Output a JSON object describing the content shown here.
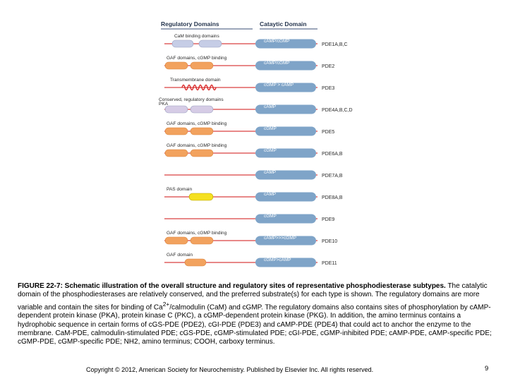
{
  "headers": {
    "regulatory": "Regulatory Domains",
    "catalytic": "Cataytic Domain"
  },
  "rows": [
    {
      "name": "PDE1A,B,C",
      "catalytic": "cAMP/cGMP",
      "domains": [
        {
          "label": "CaM binding domains",
          "type": "cam",
          "count": 2
        }
      ]
    },
    {
      "name": "PDE2",
      "catalytic": "cAMP/cGMP",
      "domains": [
        {
          "label": "GAF domains, cGMP binding",
          "type": "gaf",
          "count": 2
        }
      ]
    },
    {
      "name": "PDE3",
      "catalytic": "cGMP > cAMP",
      "domains": [
        {
          "label": "Transmembrane domain",
          "type": "tm",
          "count": 1
        }
      ]
    },
    {
      "name": "PDE4A,B,C,D",
      "catalytic": "cAMP",
      "domains": [
        {
          "label": "Conserved, regulatory domains",
          "type": "ucr",
          "count": 2
        },
        {
          "label": "PKA",
          "type": "pka",
          "count": 0
        }
      ]
    },
    {
      "name": "PDE5",
      "catalytic": "cGMP",
      "domains": [
        {
          "label": "GAF domains, cGMP binding",
          "type": "gaf",
          "count": 2
        }
      ]
    },
    {
      "name": "PDE6A,B",
      "catalytic": "cGMP",
      "domains": [
        {
          "label": "GAF domains, cGMP binding",
          "type": "gaf",
          "count": 2
        }
      ]
    },
    {
      "name": "PDE7A,B",
      "catalytic": "cAMP",
      "domains": []
    },
    {
      "name": "PDE8A,B",
      "catalytic": "cAMP",
      "domains": [
        {
          "label": "PAS domain",
          "type": "pas",
          "count": 1
        }
      ]
    },
    {
      "name": "PDE9",
      "catalytic": "cGMP",
      "domains": []
    },
    {
      "name": "PDE10",
      "catalytic": "cAMP>>>cGMP",
      "domains": [
        {
          "label": "GAF domains, cGMP binding",
          "type": "gaf",
          "count": 2
        }
      ]
    },
    {
      "name": "PDE11",
      "catalytic": "cGMP>cAMP",
      "domains": [
        {
          "label": "GAF domain",
          "type": "gaf",
          "count": 1
        }
      ]
    }
  ],
  "colors": {
    "catalytic": "#7fa4c8",
    "gaf": "#f2a25e",
    "cam": "#c6cde6",
    "ucr": "#d6cce6",
    "pas": "#f5e020",
    "membrane": "#d92a2a",
    "backbone": "#d94040",
    "header_underline": "#3a4d74",
    "header_text": "#26364f"
  },
  "caption": {
    "title": "FIGURE 22-7: Schematic illustration of the overall structure and regulatory sites of representative phosphodiesterase subtypes.",
    "body_part1": " The catalytic domain of the phosphodiesterases are relatively conserved, and the preferred substrate(s) for each type is shown. The regulatory domains are more variable and contain the sites for binding of Ca",
    "superscript": "2+",
    "body_part2": "/calmodulin (CaM) and cGMP. The regulatory domains also contains sites of phosphorylation by cAMP-dependent protein kinase (PKA), protein kinase C (PKC), a cGMP-dependent protein kinase (PKG). In addition, the amino terminus contains a hydrophobic sequence in certain forms of cGS-PDE (PDE2), cGI-PDE (PDE3) and cAMP-PDE (PDE4) that could act to anchor the enzyme to the membrane. CaM-PDE, calmodulin-stimulated PDE; cGS-PDE, cGMP-stimulated PDE; cGI-PDE, cGMP-inhibited PDE; cAMP-PDE, cAMP-specific PDE; cGMP-PDE, cGMP-specific PDE; NH2, amino terminus; COOH, carboxy terminus."
  },
  "footer": {
    "copyright": "Copyright © 2012, American Society for Neurochemistry. Published by Elsevier Inc. All rights reserved.",
    "page_number": "9"
  }
}
